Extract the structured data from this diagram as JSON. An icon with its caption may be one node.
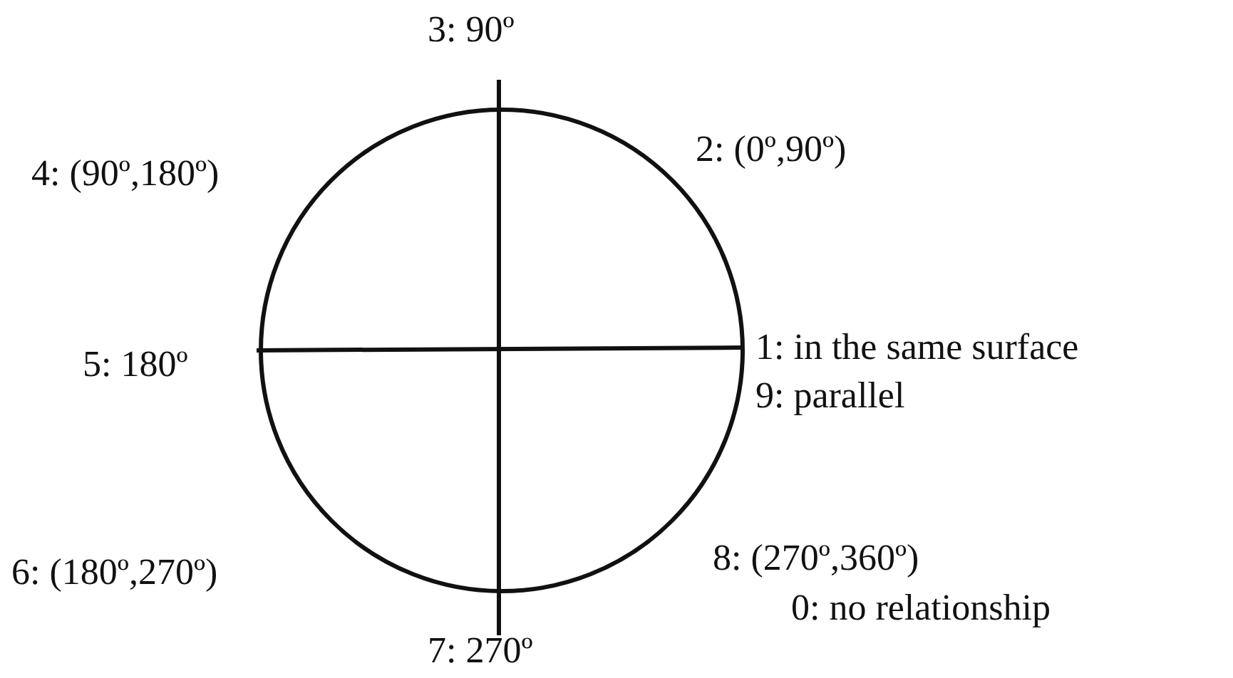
{
  "diagram": {
    "labels": [
      "3: 90º",
      "2: (0º,90º)",
      "4: (90º,180º)",
      "1: in the same surface",
      "5: 180º",
      "9: parallel",
      "8: (270º,360º)",
      "6: (180º,270º)",
      "0: no relationship",
      "7: 270º"
    ]
  }
}
